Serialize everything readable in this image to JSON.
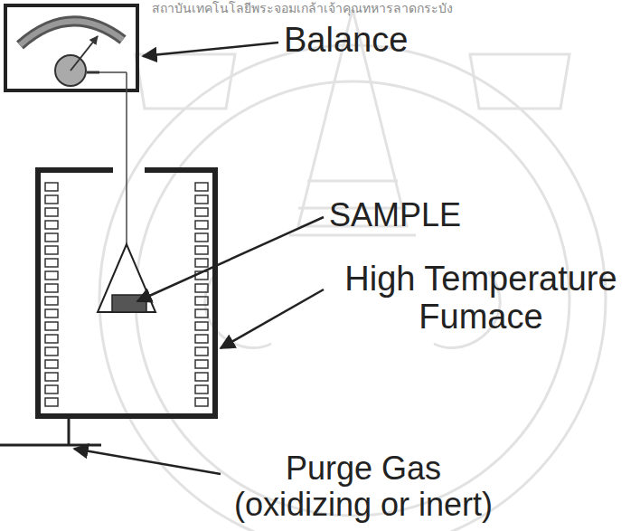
{
  "diagram": {
    "labels": [
      "Balance",
      "SAMPLE",
      "High Temperature Fumace",
      "Purge Gas (oxidizing or inert)",
      "สถาบันเทคโนโลยีพระจอมเกล้าเจ้าคุณทหารลาดกระบัง"
    ]
  }
}
